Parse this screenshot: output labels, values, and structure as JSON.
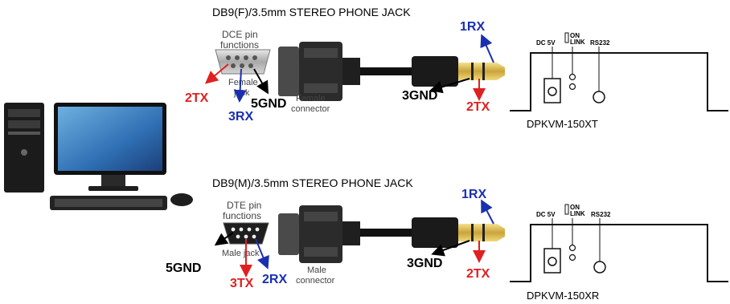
{
  "colors": {
    "red": "#e02020",
    "blue": "#1a2fb0",
    "black": "#000000"
  },
  "top": {
    "title": "DB9(F)/3.5mm STEREO PHONE JACK",
    "pin_caption_1": "DCE pin",
    "pin_caption_2": "functions",
    "jack_label_1": "Female",
    "jack_label_2": "jack",
    "connector_label_1": "Female",
    "connector_label_2": "connector",
    "pins": {
      "tx": "2TX",
      "rx": "3RX",
      "gnd": "5GND"
    },
    "plug": {
      "rx": "1RX",
      "gnd": "3GND",
      "tx": "2TX"
    },
    "device": {
      "dc": "DC 5V",
      "on": "ON",
      "link": "LINK",
      "rs232": "RS232",
      "model": "DPKVM-150XT"
    }
  },
  "bottom": {
    "title": "DB9(M)/3.5mm STEREO PHONE JACK",
    "pin_caption_1": "DTE pin",
    "pin_caption_2": "functions",
    "jack_label_1": "Male jack",
    "connector_label_1": "Male",
    "connector_label_2": "connector",
    "pins": {
      "gnd": "5GND",
      "tx": "3TX",
      "rx": "2RX"
    },
    "plug": {
      "rx": "1RX",
      "gnd": "3GND",
      "tx": "2TX"
    },
    "device": {
      "dc": "DC 5V",
      "on": "ON",
      "link": "LINK",
      "rs232": "RS232",
      "model": "DPKVM-150XR"
    }
  }
}
